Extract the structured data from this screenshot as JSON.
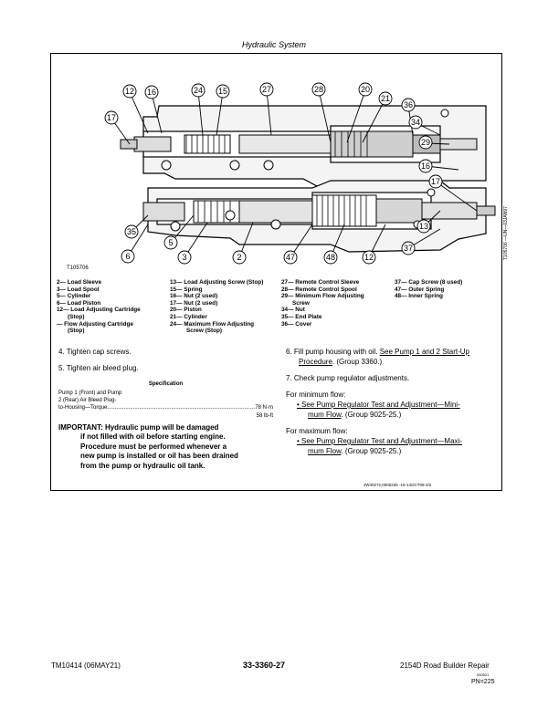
{
  "header": {
    "title": "Hydraulic System"
  },
  "figure": {
    "id": "T105706",
    "side_id": "T105706 —UN—03JAN97",
    "callouts": [
      "12",
      "16",
      "24",
      "15",
      "27",
      "28",
      "20",
      "21",
      "36",
      "34",
      "29",
      "17",
      "16",
      "17",
      "13",
      "35",
      "5",
      "6",
      "3",
      "2",
      "47",
      "48",
      "12",
      "37"
    ]
  },
  "legend": {
    "col1": [
      "2— Load Sleeve",
      "3— Load Spool",
      "5— Cylinder",
      "6— Load Piston",
      "12— Load Adjusting Cartridge",
      "(Stop)",
      "— Flow Adjusting Cartridge",
      "(Stop)"
    ],
    "col2": [
      "13— Load Adjusting Screw (Stop)",
      "15— Spring",
      "16— Nut (2 used)",
      "17— Nut (2 used)",
      "20— Piston",
      "21— Cylinder",
      "24— Maximum Flow Adjusting",
      "Screw (Stop)"
    ],
    "col3": [
      "27— Remote Control Sleeve",
      "28— Remote Control Spool",
      "29— Minimum Flow Adjusting",
      "Screw",
      "34— Nut",
      "35— End Plate",
      "36— Cover"
    ],
    "col4": [
      "37— Cap Screw (8 used)",
      "47— Outer Spring",
      "48— Inner Spring"
    ]
  },
  "left": {
    "step4": "4.   Tighten cap screws.",
    "step5": "5.   Tighten air bleed plug.",
    "spec_heading": "Specification",
    "spec_line1": "Pump 1 (Front) and Pump",
    "spec_line2": "2 (Rear) Air Bleed Plug-",
    "spec_line3": "to-Housing—Torque",
    "spec_value1": "78 N·m",
    "spec_value2": "58  lb-ft",
    "important": [
      "IMPORTANT: Hydraulic pump will be damaged",
      "if not filled with oil before starting engine.",
      "Procedure must be performed whenever a",
      "new pump is installed or oil has been drained",
      "from the pump or hydraulic oil tank."
    ]
  },
  "right": {
    "step6_a": "6.   Fill pump housing with oil. ",
    "step6_link1": "See Pump 1 and 2 Start-Up",
    "step6_link2": "Procedure",
    "step6_b": ". (Group 3360.)",
    "step7": "7.   Check pump regulator adjustments.",
    "min_label": "For minimum flow:",
    "min_link1": "• See Pump Regulator Test and Adjustment—Mini-",
    "min_link2": "mum Flow",
    "min_tail": ". (Group 9025-25.)",
    "max_label": "For maximum flow:",
    "max_link1": "• See Pump Regulator Test and Adjustment—Maxi-",
    "max_link2": "mum Flow",
    "max_tail": ". (Group 9025-25.)"
  },
  "frame_ref": "JW40272,0000235 -19-14OCT08-2/2",
  "footer": {
    "left": "TM10414 (06MAY21)",
    "center": "33-3360-27",
    "right": "2154D Road Builder Repair",
    "small": "050521",
    "page": "PN=225"
  }
}
